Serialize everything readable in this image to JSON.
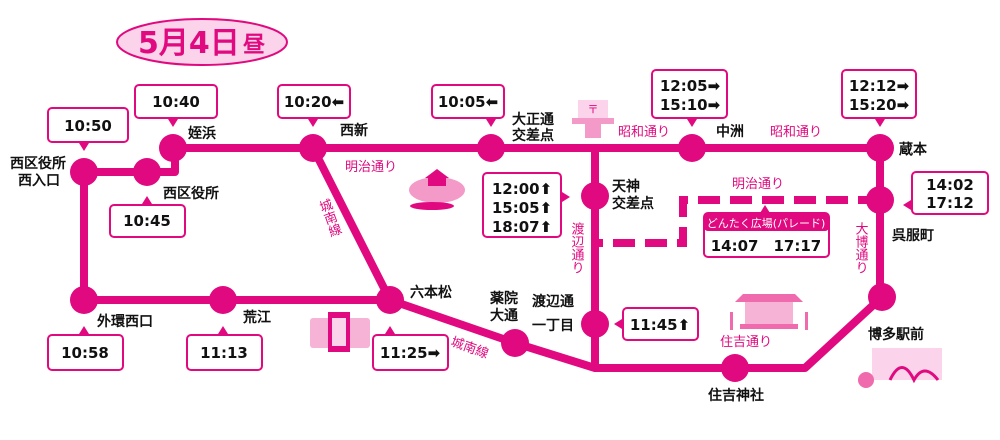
{
  "title": {
    "date": "5月4日",
    "period": "昼"
  },
  "colors": {
    "route": "#e0097f",
    "title_bg": "#fbd3ea"
  },
  "stops": {
    "meinohama": "姪浜",
    "nishijin": "西新",
    "taisho1": "大正通",
    "taisho2": "交差点",
    "nakasu": "中洲",
    "kuramoto": "蔵本",
    "nishikuyakusho_w1": "西区役所",
    "nishikuyakusho_w2": "西入口",
    "nishikuyakusho": "西区役所",
    "tenjin1": "天神",
    "tenjin2": "交差点",
    "gofukumachi": "呉服町",
    "gaikan": "外環西口",
    "arae": "荒江",
    "ropponmatsu": "六本松",
    "yakuin1": "薬院",
    "yakuin2": "大通",
    "watanabe1": "渡辺通",
    "watanabe2": "一丁目",
    "sumiyoshi": "住吉神社",
    "hakata": "博多駅前"
  },
  "roads": {
    "meiji1": "明治通り",
    "meiji2": "明治通り",
    "showa1": "昭和通り",
    "showa2": "昭和通り",
    "jonan1": "城南線",
    "jonan2": "城南線",
    "watanabe": "渡辺通り",
    "daihaku": "大博通り",
    "sumiyoshi": "住吉通り"
  },
  "times": {
    "t1050": "10:50",
    "t1040": "10:40",
    "t1020": "10:20⬅",
    "t1005": "10:05⬅",
    "nakasu1": "12:05➡",
    "nakasu2": "15:10➡",
    "kura1": "12:12➡",
    "kura2": "15:20➡",
    "tenjin1": "12:00⬆",
    "tenjin2": "15:05⬆",
    "tenjin3": "18:07⬆",
    "gofuku1": "14:02",
    "gofuku2": "17:12",
    "t1045": "10:45",
    "t1058": "10:58",
    "t1113": "11:13",
    "t1125": "11:25➡",
    "t1145": "11:45⬆"
  },
  "dontaku": {
    "label": "どんたく広場(パレード)",
    "times": "14:07　17:17"
  }
}
